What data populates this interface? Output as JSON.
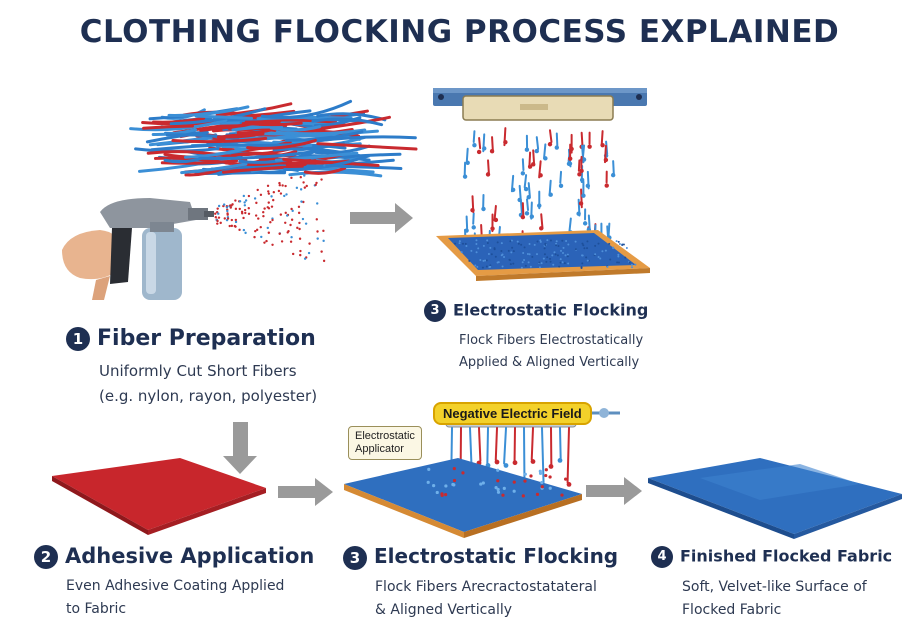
{
  "title": "CLOTHING FLOCKING PROCESS EXPLAINED",
  "steps": {
    "fiber_prep": {
      "number": "1",
      "title": "Fiber Preparation",
      "line1": "Uniformly Cut Short Fibers",
      "line2": "(e.g. nylon, rayon, polyester)"
    },
    "electro_top": {
      "number": "3",
      "title": "Electrostatic Flocking",
      "line1": "Flock Fibers Electrostatically",
      "line2": "Applied & Aligned Vertically"
    },
    "adhesive": {
      "number": "2",
      "title": "Adhesive Application",
      "line1": "Even Adhesive Coating Applied",
      "line2": "to Fabric"
    },
    "electro_bottom": {
      "number": "3",
      "title": "Electrostatic Flocking",
      "line1": "Flock Fibers Arecractostatateral",
      "line2": "& Aligned Vertically"
    },
    "finished": {
      "number": "4",
      "title": "Finished Flocked Fabric",
      "line1": "Soft, Velvet-like Surface of",
      "line2": "Flocked Fabric"
    }
  },
  "callouts": {
    "negative_field": "Negative Electric Field",
    "applicator": [
      "Electrostatic",
      "Applicator"
    ]
  },
  "colors": {
    "navy": "#1e2f52",
    "red_fabric": "#c8262c",
    "blue_fabric": "#2f6fbf",
    "fiber_red": "#c92a2f",
    "fiber_blue": "#3b8fd6",
    "callout_yellow": "#f3d12a"
  }
}
